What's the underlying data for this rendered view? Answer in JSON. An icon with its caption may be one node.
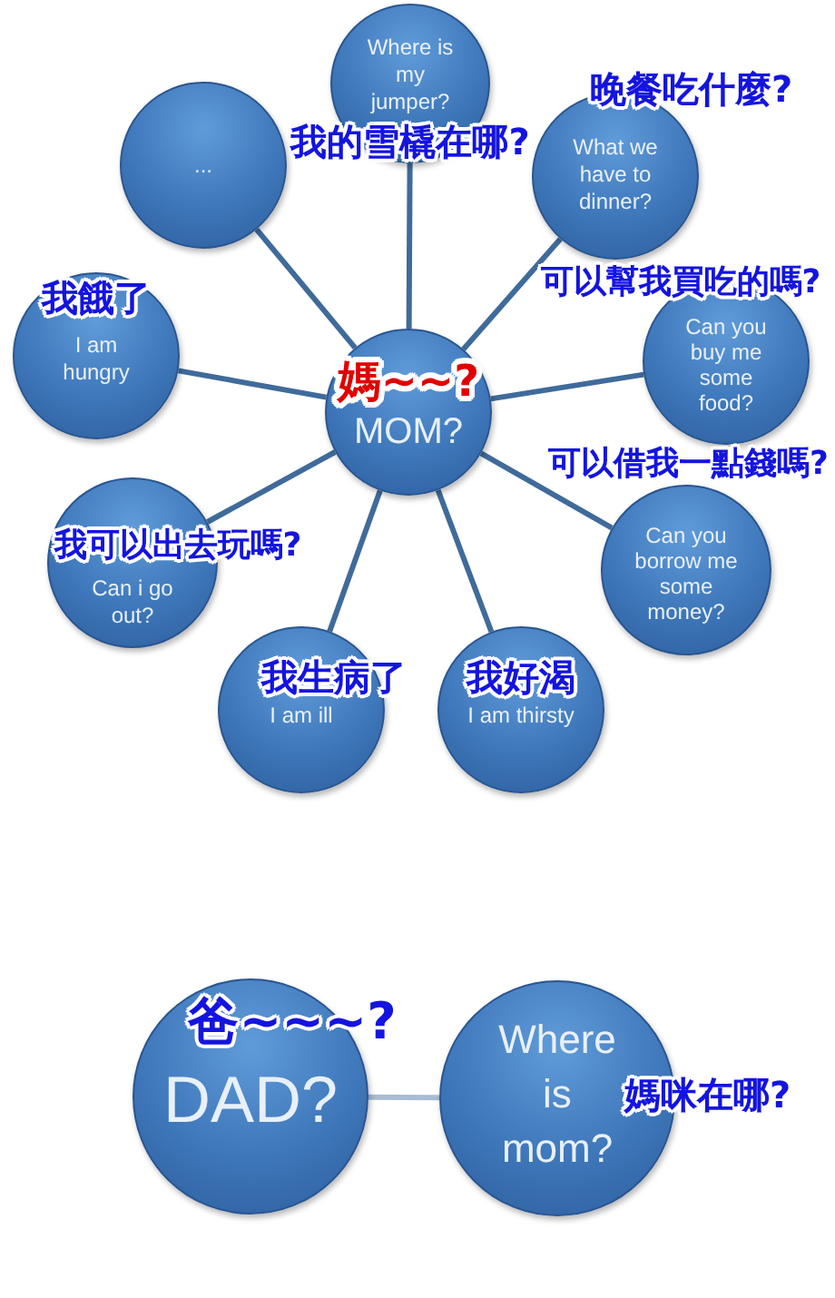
{
  "diagram": {
    "nodes": [
      {
        "text": [
          "Where is my jumper?",
          "我的雪橇在哪?"
        ]
      },
      {
        "text": [
          "..."
        ]
      },
      {
        "text": [
          "What we have to dinner?"
        ],
        "beside": [
          "晚餐吃什麼?"
        ]
      },
      {
        "text": [
          "我餓了",
          "I am hungry"
        ]
      },
      {
        "text": [
          "媽~~?",
          "MOM?"
        ]
      },
      {
        "text": [
          "可以幫我買吃的嗎?",
          "Can you buy me some food?"
        ]
      },
      {
        "text": [
          "我可以出去玩嗎?",
          "Can i go out?"
        ]
      },
      {
        "text": [
          "Can you borrow me some money?"
        ],
        "beside": [
          "可以借我一點錢嗎?"
        ]
      },
      {
        "text": [
          "我生病了",
          "I am ill"
        ]
      },
      {
        "text": [
          "我好渴",
          "I am thirsty"
        ]
      },
      {
        "text": [
          "爸~~~?",
          "DAD?"
        ]
      },
      {
        "text": [
          "Where is mom?"
        ],
        "beside": [
          "媽咪在哪?"
        ]
      }
    ],
    "edges": [
      {
        "from": 4,
        "to": 0,
        "arrow": "none"
      },
      {
        "from": 4,
        "to": 1,
        "arrow": "none"
      },
      {
        "from": 4,
        "to": 2,
        "arrow": "none"
      },
      {
        "from": 4,
        "to": 3,
        "arrow": "none"
      },
      {
        "from": 4,
        "to": 5,
        "arrow": "none"
      },
      {
        "from": 4,
        "to": 6,
        "arrow": "none"
      },
      {
        "from": 4,
        "to": 7,
        "arrow": "none"
      },
      {
        "from": 4,
        "to": 8,
        "arrow": "none"
      },
      {
        "from": 4,
        "to": 9,
        "arrow": "none"
      },
      {
        "from": 10,
        "to": 11,
        "arrow": "none",
        "color": "#a8bcd2"
      }
    ]
  }
}
